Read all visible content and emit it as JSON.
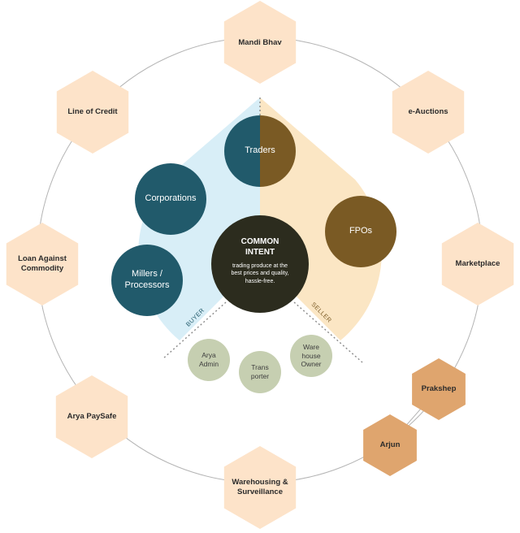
{
  "hexagons": [
    {
      "label": "Mandi Bhav"
    },
    {
      "label": "e-Auctions"
    },
    {
      "label": "Marketplace"
    },
    {
      "label": "Prakshep"
    },
    {
      "label": "Arjun"
    },
    {
      "label": "Warehousing &\nSurveillance"
    },
    {
      "label": "Arya PaySafe"
    },
    {
      "label": "Loan Against\nCommodity"
    },
    {
      "label": "Line of Credit"
    }
  ],
  "buyers": [
    {
      "label": "Corporations"
    },
    {
      "label": "Millers /\nProcessors"
    }
  ],
  "traders": {
    "label": "Traders"
  },
  "sellers": [
    {
      "label": "FPOs"
    }
  ],
  "core": {
    "title": "COMMON\nINTENT",
    "text": "trading produce at the\nbest prices and quality,\nhassle-free."
  },
  "sector_labels": {
    "buyer": "BUYER",
    "seller": "SELLER"
  },
  "support": [
    {
      "label": "Arya\nAdmin"
    },
    {
      "label": "Trans\nporter"
    },
    {
      "label": "Ware\nhouse\nOwner"
    }
  ],
  "colors": {
    "hex_light": "#fde3c9",
    "hex_dark": "#dfa56e",
    "buyer_zone": "#d8eef7",
    "seller_zone": "#fbe6c4",
    "teal": "#215a6b",
    "brown": "#7a5a24",
    "core": "#2c2c1e",
    "support": "#c6cfb1",
    "ring": "#b4b4b4"
  }
}
